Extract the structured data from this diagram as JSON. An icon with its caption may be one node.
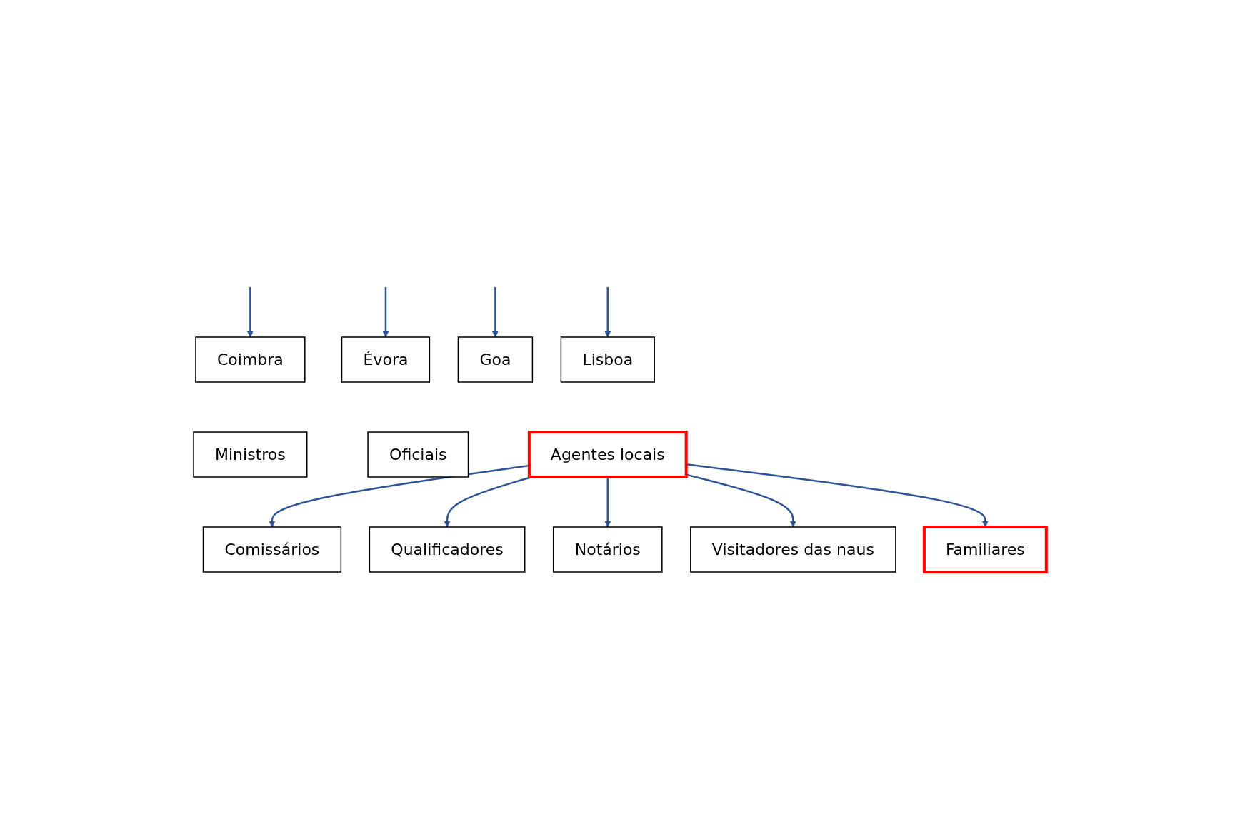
{
  "diagram": {
    "nodes": [
      {
        "text": [
          "Coimbra"
        ]
      },
      {
        "text": [
          "Évora"
        ]
      },
      {
        "text": [
          "Goa"
        ]
      },
      {
        "text": [
          "Lisboa"
        ]
      },
      {
        "text": [
          "Ministros"
        ]
      },
      {
        "text": [
          "Oficiais"
        ]
      },
      {
        "text": [
          "Agentes locais"
        ]
      },
      {
        "text": [
          "Comissários"
        ]
      },
      {
        "text": [
          "Notários"
        ]
      },
      {
        "text": [
          "Familiares"
        ]
      },
      {
        "text": [
          "Qualificadores"
        ]
      },
      {
        "text": [
          "Visitadores das naus"
        ]
      }
    ],
    "edges": [
      {
        "from": null,
        "to": 0,
        "arrow": "to"
      },
      {
        "from": null,
        "to": 1,
        "arrow": "to"
      },
      {
        "from": null,
        "to": 2,
        "arrow": "to"
      },
      {
        "from": null,
        "to": 3,
        "arrow": "to"
      },
      {
        "from": 6,
        "to": 7,
        "arrow": "to"
      },
      {
        "from": 6,
        "to": 10,
        "arrow": "to"
      },
      {
        "from": 6,
        "to": 8,
        "arrow": "to"
      },
      {
        "from": 6,
        "to": 11,
        "arrow": "to"
      },
      {
        "from": 6,
        "to": 9,
        "arrow": "to"
      }
    ]
  }
}
